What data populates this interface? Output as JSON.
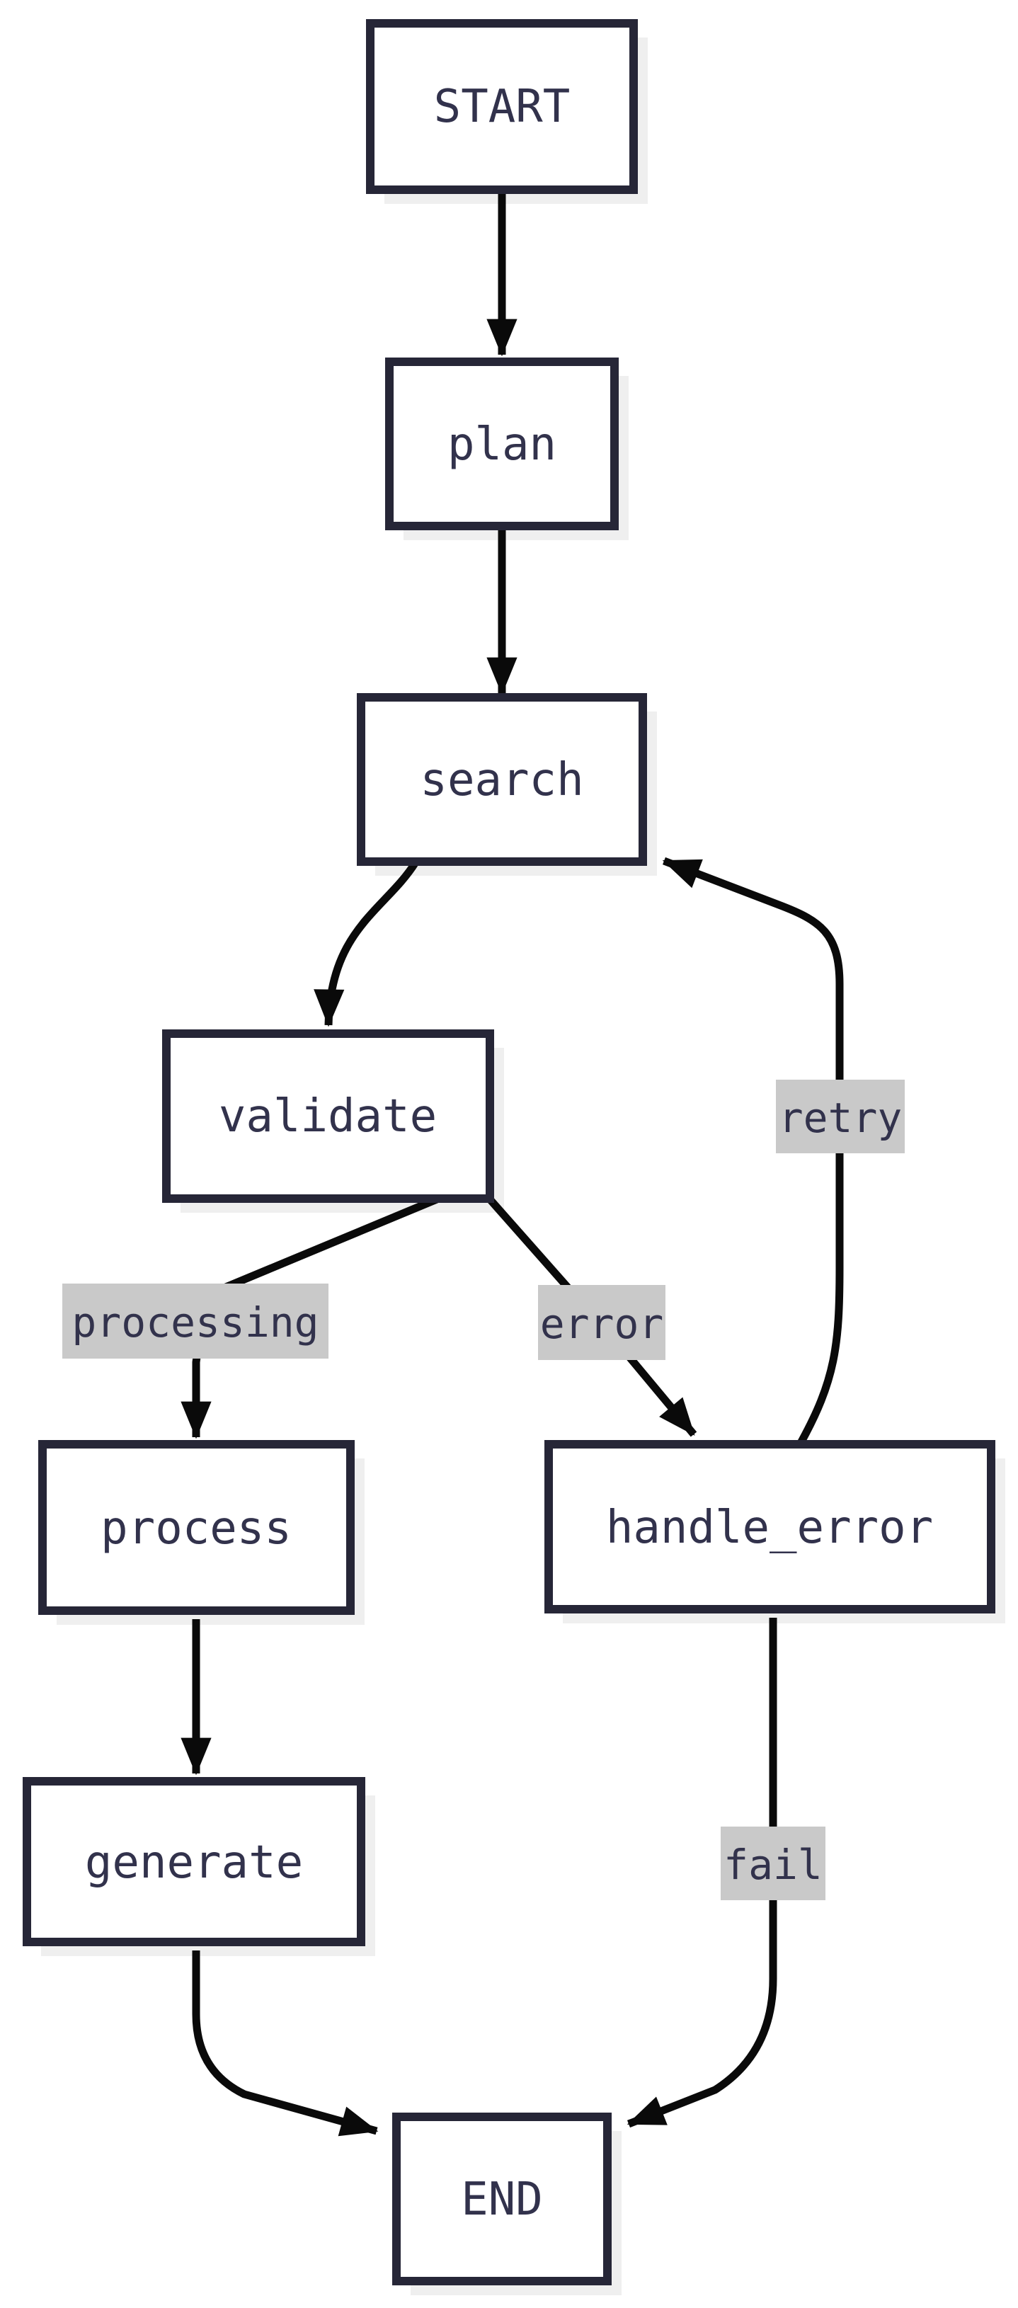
{
  "diagram": {
    "type": "flowchart",
    "background_color": "#ffffff",
    "colors": {
      "node_border": "#262637",
      "node_fill": "#ffffff",
      "node_text": "#32324c",
      "node_shadow": "#efefef",
      "edge_stroke": "#0a0a0a",
      "edge_label_bg": "#c9c9c9",
      "edge_label_text": "#32324c"
    },
    "nodes": [
      {
        "id": "start",
        "label": "START"
      },
      {
        "id": "plan",
        "label": "plan"
      },
      {
        "id": "search",
        "label": "search"
      },
      {
        "id": "validate",
        "label": "validate"
      },
      {
        "id": "process",
        "label": "process"
      },
      {
        "id": "handle_error",
        "label": "handle_error"
      },
      {
        "id": "generate",
        "label": "generate"
      },
      {
        "id": "end",
        "label": "END"
      }
    ],
    "edges": [
      {
        "from": "START",
        "to": "plan",
        "label": ""
      },
      {
        "from": "plan",
        "to": "search",
        "label": ""
      },
      {
        "from": "search",
        "to": "validate",
        "label": ""
      },
      {
        "from": "validate",
        "to": "process",
        "label": "processing"
      },
      {
        "from": "validate",
        "to": "handle_error",
        "label": "error"
      },
      {
        "from": "process",
        "to": "generate",
        "label": ""
      },
      {
        "from": "generate",
        "to": "END",
        "label": ""
      },
      {
        "from": "handle_error",
        "to": "search",
        "label": "retry"
      },
      {
        "from": "handle_error",
        "to": "END",
        "label": "fail"
      }
    ]
  }
}
